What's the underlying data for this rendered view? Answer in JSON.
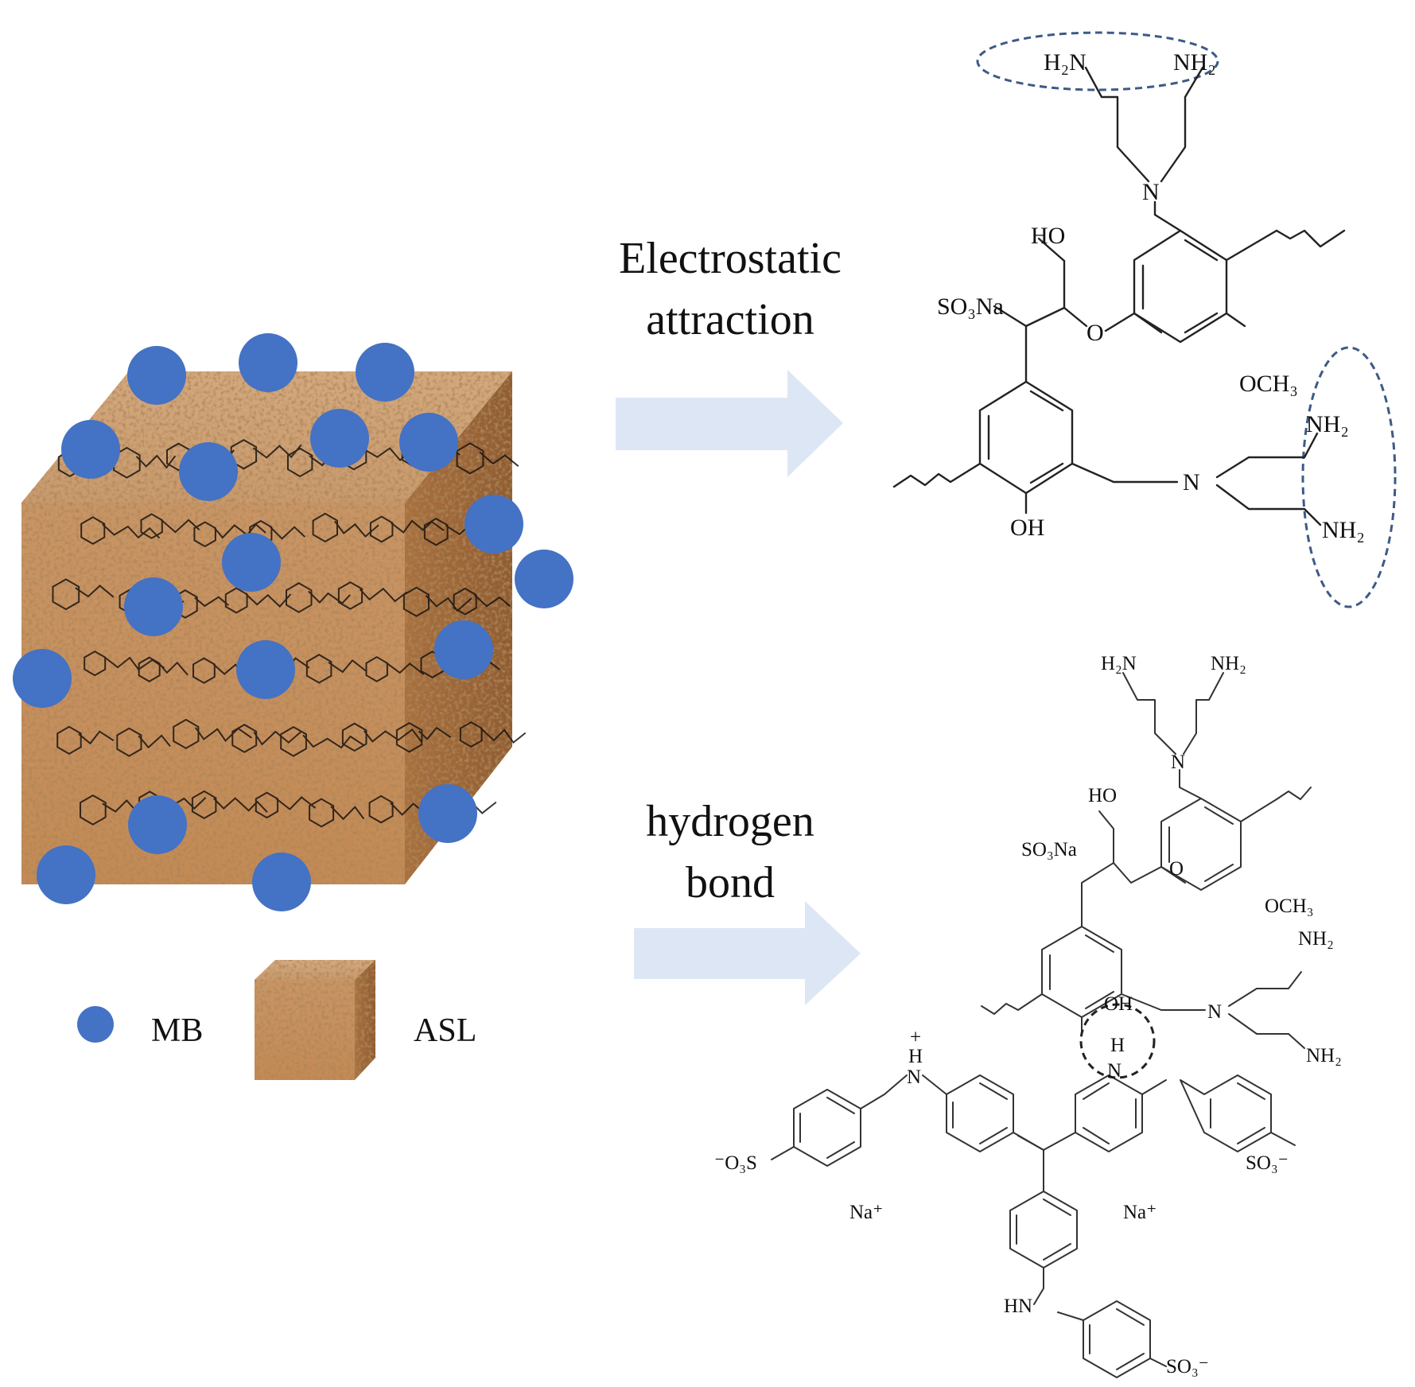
{
  "mechanisms": {
    "electrostatic_label_line1": "Electrostatic",
    "electrostatic_label_line2": "attraction",
    "hbond_label_line1": "hydrogen",
    "hbond_label_line2": "bond"
  },
  "legend": {
    "mb_label": "MB",
    "asl_label": "ASL"
  },
  "colors": {
    "mb_particle": "#4472c4",
    "asl_block": "#c38a55",
    "arrow": "#dde6f4",
    "highlight_ellipse": "#3e5a85"
  },
  "structure_top": {
    "h2n": "H₂N",
    "nh2": "NH₂",
    "n_center": "N",
    "ho": "HO",
    "so3na": "SO₃Na",
    "o_ether": "O",
    "och3": "OCH₃",
    "nh2_right_upper": "NH₂",
    "n_right": "N",
    "nh2_right_lower": "NH₂",
    "oh": "OH"
  },
  "structure_bottom": {
    "h2n": "H₂N",
    "nh2": "NH₂",
    "n_center": "N",
    "ho": "HO",
    "so3na": "SO₃Na",
    "o_ether": "O",
    "och3": "OCH₃",
    "nh2_right_upper": "NH₂",
    "n_right": "N",
    "nh2_right_lower": "NH₂",
    "oh": "OH",
    "h_bond_h": "H",
    "h_bond_n": "N",
    "dye_plus": "+",
    "dye_h": "H",
    "dye_n": "N",
    "so3_left": "⁻O₃S",
    "so3_right": "SO₃⁻",
    "so3_bottom": "SO₃⁻",
    "na_left": "Na⁺",
    "na_right": "Na⁺",
    "hn": "HN"
  }
}
